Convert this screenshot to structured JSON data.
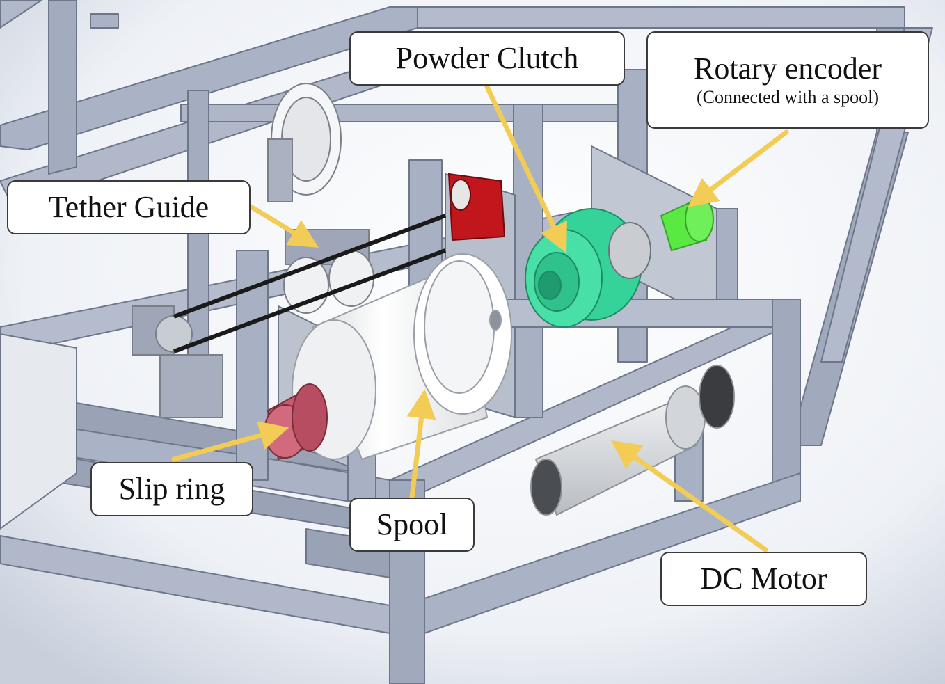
{
  "figure": {
    "labels": {
      "powder_clutch": "Powder Clutch",
      "rotary_encoder": "Rotary encoder",
      "rotary_encoder_note": "(Connected with a spool)",
      "tether_guide": "Tether Guide",
      "slip_ring": "Slip ring",
      "spool": "Spool",
      "dc_motor": "DC Motor"
    },
    "colors": {
      "frame": "#a7b0c2",
      "frame_dark": "#7e879a",
      "arrow": "#f2cc55",
      "slip_ring": "#c95a6e",
      "powder_clutch": "#35d39a",
      "encoder": "#5ae843",
      "brake_red": "#c0161c",
      "spool": "#f2f3f4",
      "motor": "#d7d9dc"
    }
  }
}
